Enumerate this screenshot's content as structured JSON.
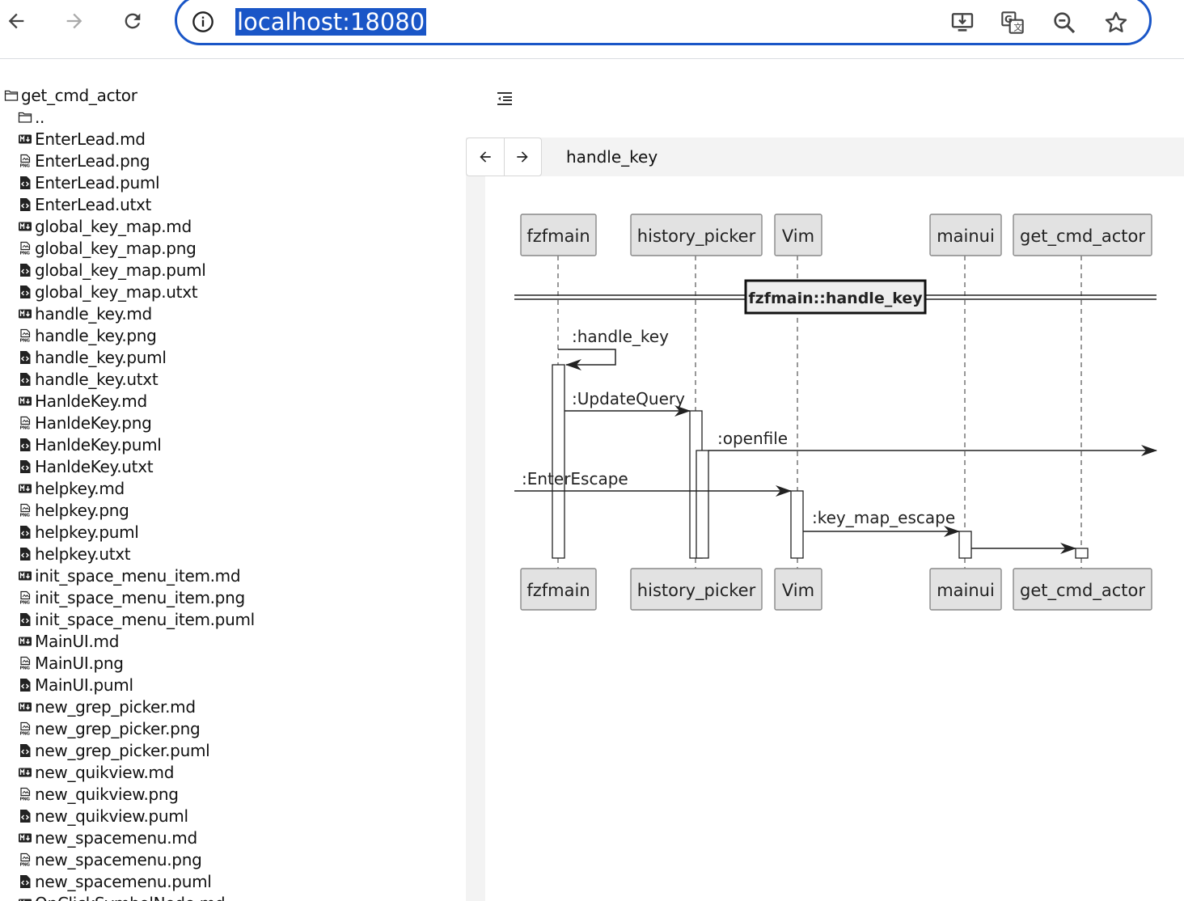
{
  "browser": {
    "url": "localhost:18080",
    "buttons": {
      "back": "back-arrow-icon",
      "forward": "forward-arrow-icon",
      "reload": "reload-icon",
      "info": "info-icon",
      "install": "install-app-icon",
      "translate": "translate-icon",
      "zoom": "zoom-out-icon",
      "bookmark": "star-icon"
    }
  },
  "tree": {
    "root": "get_cmd_actor",
    "parent": "..",
    "files": [
      {
        "name": "EnterLead.md",
        "type": "md"
      },
      {
        "name": "EnterLead.png",
        "type": "png"
      },
      {
        "name": "EnterLead.puml",
        "type": "puml"
      },
      {
        "name": "EnterLead.utxt",
        "type": "puml"
      },
      {
        "name": "global_key_map.md",
        "type": "md"
      },
      {
        "name": "global_key_map.png",
        "type": "png"
      },
      {
        "name": "global_key_map.puml",
        "type": "puml"
      },
      {
        "name": "global_key_map.utxt",
        "type": "puml"
      },
      {
        "name": "handle_key.md",
        "type": "md"
      },
      {
        "name": "handle_key.png",
        "type": "png"
      },
      {
        "name": "handle_key.puml",
        "type": "puml"
      },
      {
        "name": "handle_key.utxt",
        "type": "puml"
      },
      {
        "name": "HanldeKey.md",
        "type": "md"
      },
      {
        "name": "HanldeKey.png",
        "type": "png"
      },
      {
        "name": "HanldeKey.puml",
        "type": "puml"
      },
      {
        "name": "HanldeKey.utxt",
        "type": "puml"
      },
      {
        "name": "helpkey.md",
        "type": "md"
      },
      {
        "name": "helpkey.png",
        "type": "png"
      },
      {
        "name": "helpkey.puml",
        "type": "puml"
      },
      {
        "name": "helpkey.utxt",
        "type": "puml"
      },
      {
        "name": "init_space_menu_item.md",
        "type": "md"
      },
      {
        "name": "init_space_menu_item.png",
        "type": "png"
      },
      {
        "name": "init_space_menu_item.puml",
        "type": "puml"
      },
      {
        "name": "MainUI.md",
        "type": "md"
      },
      {
        "name": "MainUI.png",
        "type": "png"
      },
      {
        "name": "MainUI.puml",
        "type": "puml"
      },
      {
        "name": "new_grep_picker.md",
        "type": "md"
      },
      {
        "name": "new_grep_picker.png",
        "type": "png"
      },
      {
        "name": "new_grep_picker.puml",
        "type": "puml"
      },
      {
        "name": "new_quikview.md",
        "type": "md"
      },
      {
        "name": "new_quikview.png",
        "type": "png"
      },
      {
        "name": "new_quikview.puml",
        "type": "puml"
      },
      {
        "name": "new_spacemenu.md",
        "type": "md"
      },
      {
        "name": "new_spacemenu.png",
        "type": "png"
      },
      {
        "name": "new_spacemenu.puml",
        "type": "puml"
      },
      {
        "name": "OnClickSymbolNode.md",
        "type": "md"
      }
    ]
  },
  "viewer": {
    "title": "handle_key",
    "diagram": {
      "participants": [
        "fzfmain",
        "history_picker",
        "Vim",
        "mainui",
        "get_cmd_actor"
      ],
      "divider": "fzfmain::handle_key",
      "messages": [
        {
          "label": ":handle_key",
          "from": "fzfmain",
          "to": "fzfmain"
        },
        {
          "label": ":UpdateQuery",
          "from": "fzfmain",
          "to": "history_picker"
        },
        {
          "label": ":openfile",
          "from": "history_picker",
          "to": "(outside)"
        },
        {
          "label": ":EnterEscape",
          "from": "(outside)",
          "to": "Vim"
        },
        {
          "label": ":key_map_escape",
          "from": "Vim",
          "to": "mainui"
        },
        {
          "label": "",
          "from": "mainui",
          "to": "get_cmd_actor"
        }
      ]
    }
  }
}
